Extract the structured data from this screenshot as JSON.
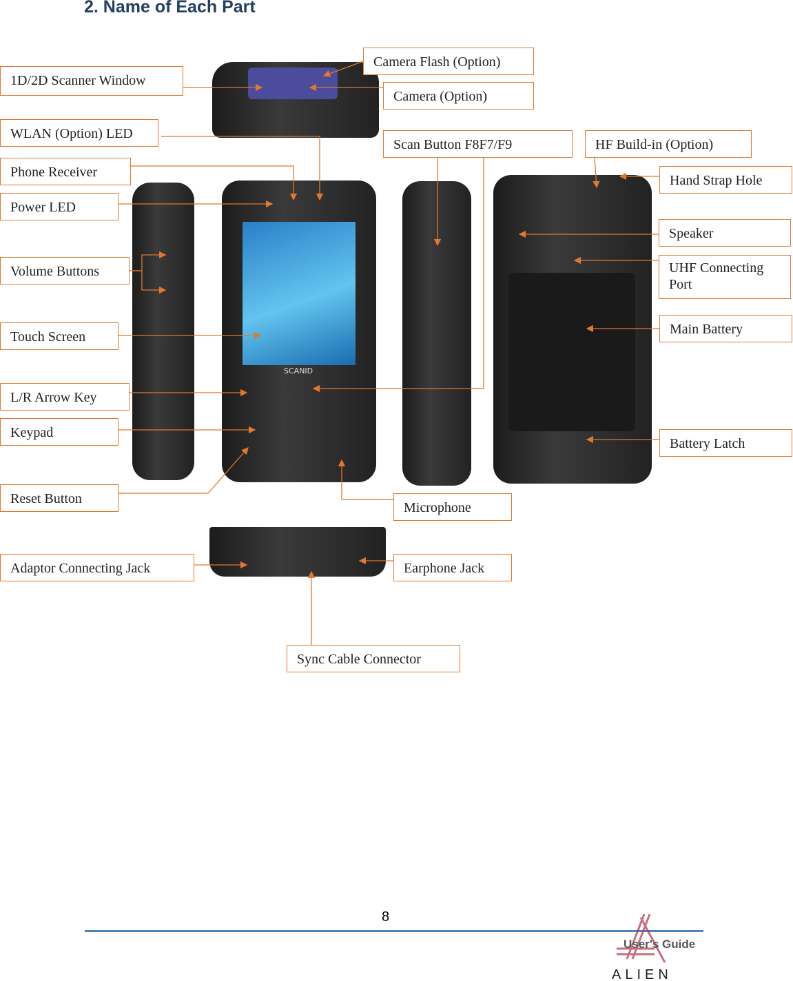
{
  "title": "2. Name of Each Part",
  "labels": {
    "scanner_window": "1D/2D Scanner Window",
    "wlan_led": "WLAN (Option) LED",
    "phone_receiver": "Phone Receiver",
    "power_led": "Power LED",
    "volume_buttons": "Volume Buttons",
    "touch_screen": "Touch Screen",
    "lr_arrow_key": "L/R Arrow Key",
    "keypad": "Keypad",
    "reset_button": "Reset Button",
    "adaptor_jack": "Adaptor Connecting Jack",
    "camera_flash": "Camera Flash (Option)",
    "camera": "Camera (Option)",
    "scan_button": "Scan Button F8F7/F9",
    "hf_buildin": "HF Build-in (Option)",
    "hand_strap": "Hand Strap Hole",
    "speaker": "Speaker",
    "uhf_port": "UHF Connecting Port",
    "main_battery": "Main Battery",
    "battery_latch": "Battery Latch",
    "microphone": "Microphone",
    "earphone_jack": "Earphone Jack",
    "sync_cable": "Sync Cable Connector"
  },
  "device_brand": "SCANID",
  "footer": {
    "page_number": "8",
    "guide": "User's Guide",
    "logo": "ALIEN"
  },
  "colors": {
    "callout": "#e0782e",
    "title": "#243f60",
    "rule": "#4f81bd"
  }
}
